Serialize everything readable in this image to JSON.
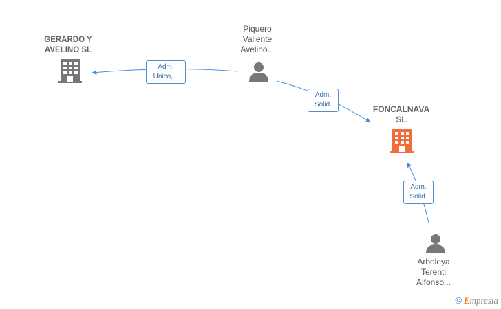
{
  "nodes": {
    "gerardo": {
      "lines": [
        "GERARDO Y",
        "AVELINO  SL"
      ],
      "type": "company"
    },
    "piquero": {
      "lines": [
        "Piquero",
        "Valiente",
        "Avelino..."
      ],
      "type": "person"
    },
    "foncalnava": {
      "lines": [
        "FONCALNAVA",
        "SL"
      ],
      "type": "company-main"
    },
    "arboleya": {
      "lines": [
        "Arboleya",
        "Terenti",
        "Alfonso..."
      ],
      "type": "person"
    }
  },
  "edges": {
    "piquero_gerardo": {
      "lines": [
        "Adm.",
        "Unico,..."
      ]
    },
    "piquero_foncalnava": {
      "lines": [
        "Adm.",
        "Solid."
      ]
    },
    "arboleya_foncalnava": {
      "lines": [
        "Adm.",
        "Solid."
      ]
    }
  },
  "colors": {
    "company": "#777777",
    "company_main": "#f26b3a",
    "person": "#777777",
    "edge": "#4a90d9"
  },
  "brand": {
    "copyright": "©",
    "initial": "E",
    "name": "mpresia"
  }
}
